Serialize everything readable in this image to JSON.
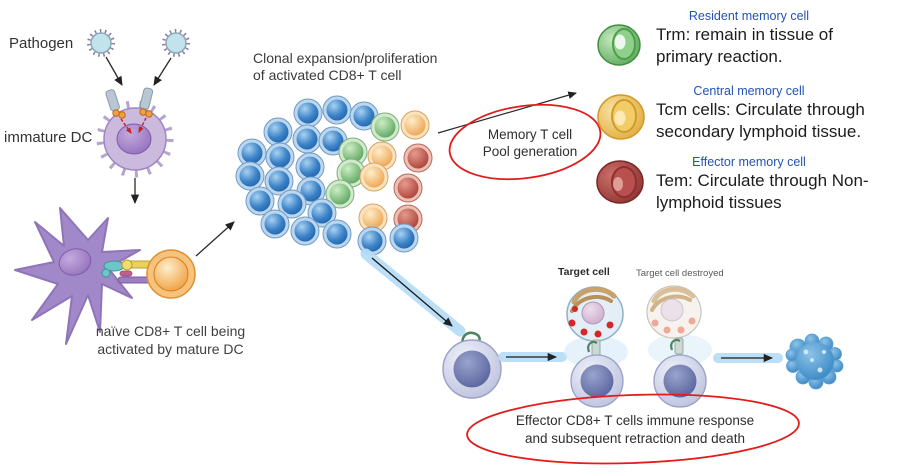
{
  "labels": {
    "pathogen": "Pathogen",
    "immature_dc": "immature DC",
    "clonal_expansion": "Clonal expansion/proliferation\nof activated CD8+ T cell",
    "naive_activation": "naïve CD8+ T cell being\nactivated by mature DC",
    "memory_pool": "Memory T cell\nPool generation",
    "target_cell": "Target cell",
    "target_cell_destroyed": "Target cell destroyed",
    "effector_response": "Effector CD8+ T cells immune response\nand subsequent retraction and death"
  },
  "memory_cells": [
    {
      "type": "Resident memory cell",
      "description": "Trm: remain in tissue of\nprimary reaction.",
      "color": "#55ae55"
    },
    {
      "type": "Central memory cell",
      "description": "Tcm cells: Circulate through\nsecondary lymphoid tissue.",
      "color": "#e2a832"
    },
    {
      "type": "Effector memory cell",
      "description": "Tem: Circulate through Non-\nlymphoid tissues",
      "color": "#8e2f2f"
    }
  ],
  "colors": {
    "annotation_red": "#e21b1b",
    "header_blue": "#2353b0",
    "cluster_blue": "#3b82c8",
    "cluster_green": "#5aa85e",
    "cluster_orange": "#f0a84e",
    "cluster_red": "#b04238",
    "dc_purple": "#a189c9",
    "naive_orange": "#ef9326"
  }
}
